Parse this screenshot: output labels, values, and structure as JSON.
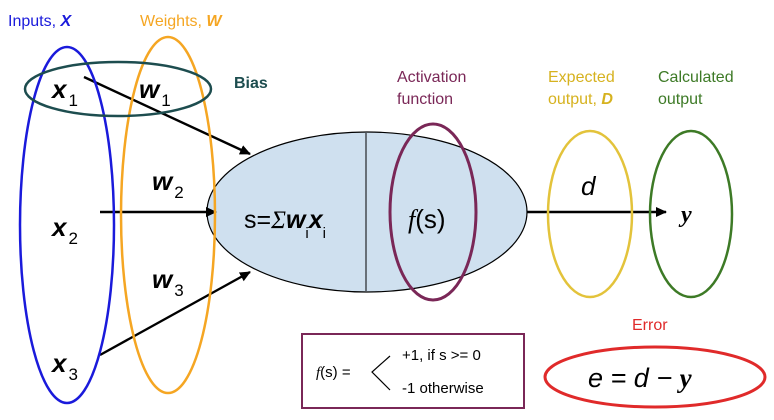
{
  "headers": {
    "inputs_text": "Inputs, ",
    "inputs_var": "X",
    "weights_text": "Weights, ",
    "weights_var": "W",
    "bias": "Bias",
    "activation_line1": "Activation",
    "activation_line2": "function",
    "expected_line1": "Expected",
    "expected_line2_text": "output, ",
    "expected_var": "D",
    "calculated_line1": "Calculated",
    "calculated_line2": "output",
    "error": "Error"
  },
  "inputs": [
    {
      "symbol": "x",
      "index": "1"
    },
    {
      "symbol": "x",
      "index": "2"
    },
    {
      "symbol": "x",
      "index": "3"
    }
  ],
  "weights": [
    {
      "symbol": "w",
      "index": "1"
    },
    {
      "symbol": "w",
      "index": "2"
    },
    {
      "symbol": "w",
      "index": "3"
    }
  ],
  "neuron": {
    "sum_prefix": "s=",
    "sum_sigma": "Σ",
    "sum_w": "w",
    "sum_w_index": "i",
    "sum_x": "x",
    "sum_x_index": "i",
    "act_f": "f",
    "act_arg": "(s)"
  },
  "expected_symbol": "d",
  "output_symbol": "y",
  "piecewise": {
    "lhs_f": "f",
    "lhs_rest": "(s) =",
    "case1": "+1, if s >= 0",
    "case2": "-1 otherwise"
  },
  "error_eq": {
    "e": "e",
    "mid": " = d − ",
    "y": "y"
  },
  "colors": {
    "inputs": "#1a1adb",
    "weights": "#f5a623",
    "bias": "#1d4d4f",
    "activation": "#7a2757",
    "expected": "#e3c33b",
    "calculated": "#3d7a26",
    "error": "#e02a2a",
    "neuron_fill": "#cfe0ef",
    "box_border": "#7a2757"
  }
}
